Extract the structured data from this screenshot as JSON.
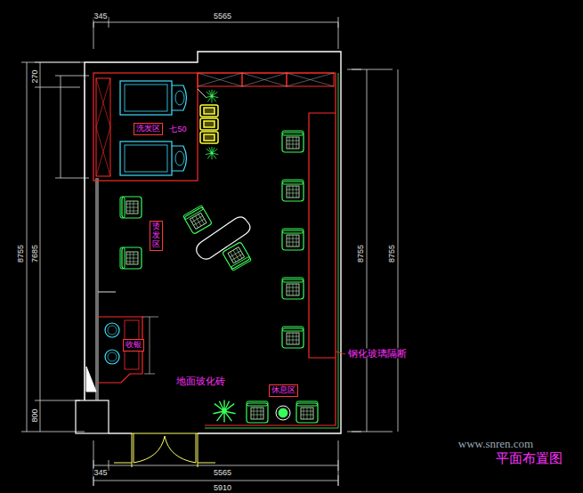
{
  "diagram": {
    "title": "平面布置图",
    "nodes": [
      {
        "text": [
          "洗发区"
        ]
      },
      {
        "text": [
          "烫发区"
        ]
      },
      {
        "text": [
          "收银"
        ]
      },
      {
        "text": [
          "休息区"
        ]
      }
    ],
    "labels": [
      "345",
      "5565",
      "345",
      "5565",
      "5910",
      "270",
      "7685",
      "8755",
      "800",
      "8755",
      "8755",
      "七50",
      "地面玻化砖",
      "钢化玻璃隔断",
      "www.snren.com"
    ]
  }
}
